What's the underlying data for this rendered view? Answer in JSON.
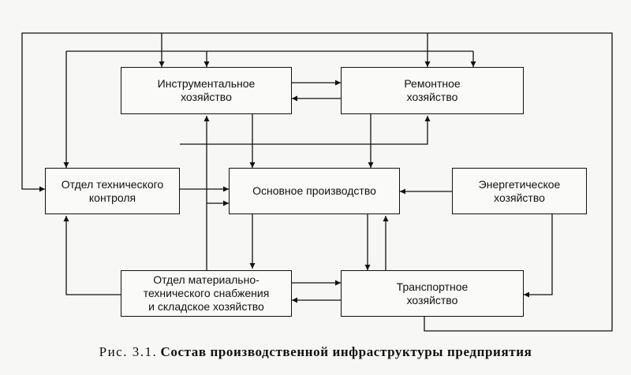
{
  "diagram": {
    "blocks": {
      "tools": "Инструментальное\nхозяйство",
      "repair": "Ремонтное\nхозяйство",
      "quality": "Отдел технического\nконтроля",
      "main": "Основное производство",
      "energy": "Энергетическое\nхозяйство",
      "supply": "Отдел материально-\nтехнического снабжения\nи складское хозяйство",
      "transport": "Транспортное\nхозяйство"
    }
  },
  "caption": {
    "prefix": "Рис. 3.1.",
    "title": "Состав производственной инфраструктуры предприятия"
  },
  "colors": {
    "ink": "#111111",
    "paper": "#f7f7f5"
  }
}
